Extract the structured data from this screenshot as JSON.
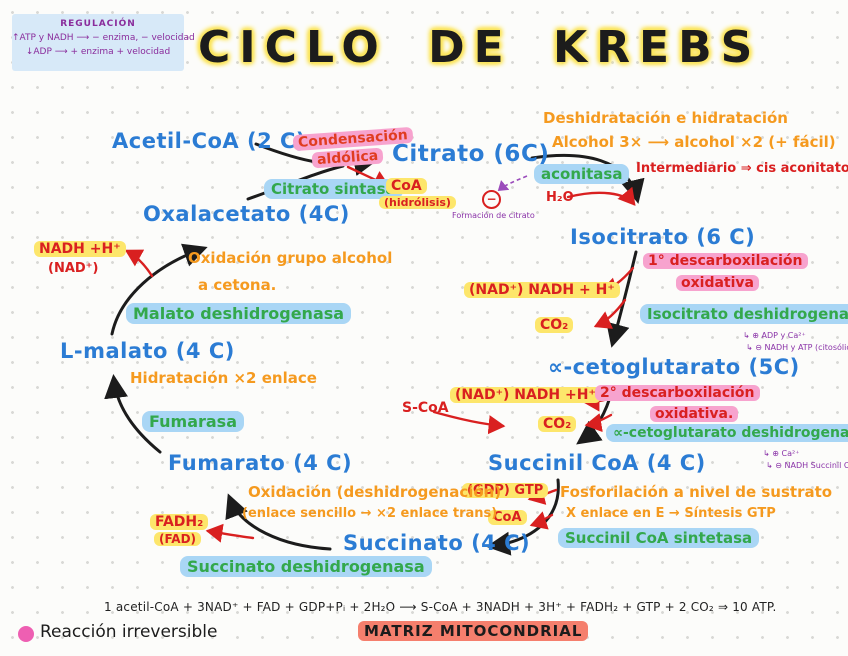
{
  "title": "CICLO DE KREBS",
  "regulation": {
    "heading": "REGULACIÓN",
    "line1": "↑ATP y NADH ⟶ − enzima, − velocidad",
    "line2": "↓ADP ⟶ + enzima + velocidad"
  },
  "cycle": {
    "nodes": {
      "acetil_coa": "Acetil-CoA (2 C)",
      "citrato": "Citrato (6C)",
      "oxalacetato": "Oxalacetato (4C)",
      "isocitrato": "Isocitrato (6 C)",
      "cetoglutarato": "∝-cetoglutarato (5C)",
      "succinil_coa": "Succinil CoA (4 C)",
      "succinato": "Succinato (4 C)",
      "fumarato": "Fumarato (4 C)",
      "l_malato": "L-malato (4 C)"
    },
    "enzymes": {
      "citrato_sintasa": "Citrato sintasa",
      "aconitasa": "aconitasa",
      "isocitrato_dh": "Isocitrato deshidrogenasa",
      "cetoglutarato_dh": "∝-cetoglutarato deshidrogenasa",
      "succinil_coa_sintetasa": "Succinil CoA sintetasa",
      "succinato_dh": "Succinato deshidrogenasa",
      "fumarasa": "Fumarasa",
      "malato_dh": "Malato deshidrogenasa"
    }
  },
  "notes": {
    "condensacion_1": "Condensación",
    "condensacion_2": "aldólica",
    "coa": "CoA",
    "coa_hidrolisis": "(hidrólisis)",
    "deshidratacion": "Deshidratación e hidratación",
    "alcohol_line": "Alcohol 3× ⟶ alcohol ×2 (+ fácil)",
    "intermediario": "Intermediario ⇒ cis aconitato",
    "h2o": "H₂O",
    "minus_sign": "−",
    "formacion_citrato": "Formación de citrato",
    "desc1_l1": "1° descarboxilación",
    "desc1_l2": "oxidativa",
    "nad_nadh_iso": "(NAD⁺)  NADH + H⁺",
    "co2_iso": "CO₂",
    "iso_reg_plus": "↳ ⊕ ADP y Ca²⁺",
    "iso_reg_minus": "↳ ⊖ NADH y ATP (citosólico)",
    "desc2_l1": "2° descarboxilación",
    "desc2_l2": "oxidativa.",
    "nad_nadh_akg": "(NAD⁺)  NADH +H⁺",
    "co2_akg": "CO₂",
    "s_coa": "S-CoA",
    "akg_reg_plus": "↳ ⊕ Ca²⁺",
    "akg_reg_minus": "↳ ⊖ NADH  Succinil CoA",
    "gdp_gtp": "(GDP) GTP",
    "coa_2": "CoA",
    "fosforilacion_1": "Fosforilación a nivel de sustrato",
    "fosforilacion_2": "X enlace en E → Síntesis  GTP",
    "oxidacion_fum_1": "Oxidación (deshidrogenación)",
    "oxidacion_fum_2": "(enlace sencillo → ×2 enlace trans)",
    "fadh2": "FADH₂",
    "fad": "(FAD)",
    "hidratacion": "Hidratación ×2 enlace",
    "oxidacion_mal_1": "Oxidación grupo alcohol",
    "oxidacion_mal_2": "a  cetona.",
    "nadh_mal": "NADH +H⁺",
    "nad_mal": "(NAD⁺)"
  },
  "equation": "1 acetil-CoA + 3NAD⁺ + FAD + GDP+Pᵢ + 2H₂O ⟶ S-CoA + 3NADH + 3H⁺ + FADH₂ + GTP + 2 CO₂  ⇒  10 ATP.",
  "legend": {
    "irreversible": "Reacción  irreversible",
    "matriz": "MATRIZ MITOCONDRIAL"
  },
  "colors": {
    "node_blue": "#2b7cd4",
    "enzyme_green": "#33a84c",
    "highlight_blue": "#a9d6f5",
    "highlight_yellow": "#fde66b",
    "highlight_pink": "#f7a3ce",
    "highlight_salmon": "#f57f6d",
    "annotation_orange": "#f59a1f",
    "annotation_red": "#d92020",
    "annotation_purple": "#8a33a8",
    "title_highlight": "#fbe55e",
    "legend_dot_pink": "#ee5fb2"
  }
}
